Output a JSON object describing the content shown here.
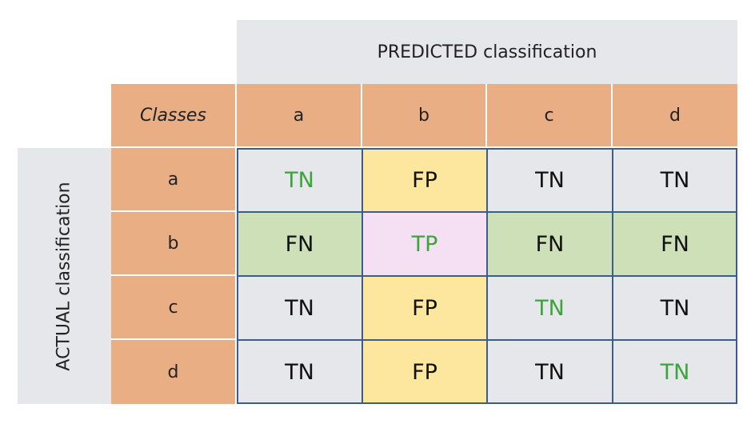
{
  "predicted_title": "PREDICTED classification",
  "actual_title": "ACTUAL classification",
  "corner_label": "Classes",
  "columns": [
    "a",
    "b",
    "c",
    "d"
  ],
  "rows": [
    "a",
    "b",
    "c",
    "d"
  ],
  "cells": [
    [
      "TN",
      "FP",
      "TN",
      "TN"
    ],
    [
      "FN",
      "TP",
      "FN",
      "FN"
    ],
    [
      "TN",
      "FP",
      "TN",
      "TN"
    ],
    [
      "TN",
      "FP",
      "TN",
      "TN"
    ]
  ],
  "colors": {
    "TN": "#e6e7ea",
    "FP": "#fde79e",
    "FN": "#cde0b8",
    "TP": "#f4dff3",
    "header": "#e9ae84",
    "title_bg": "#e6e7ea",
    "grid_border": "#3b5c8f",
    "diagonal_text": "#3aa63a",
    "text": "#111111"
  }
}
